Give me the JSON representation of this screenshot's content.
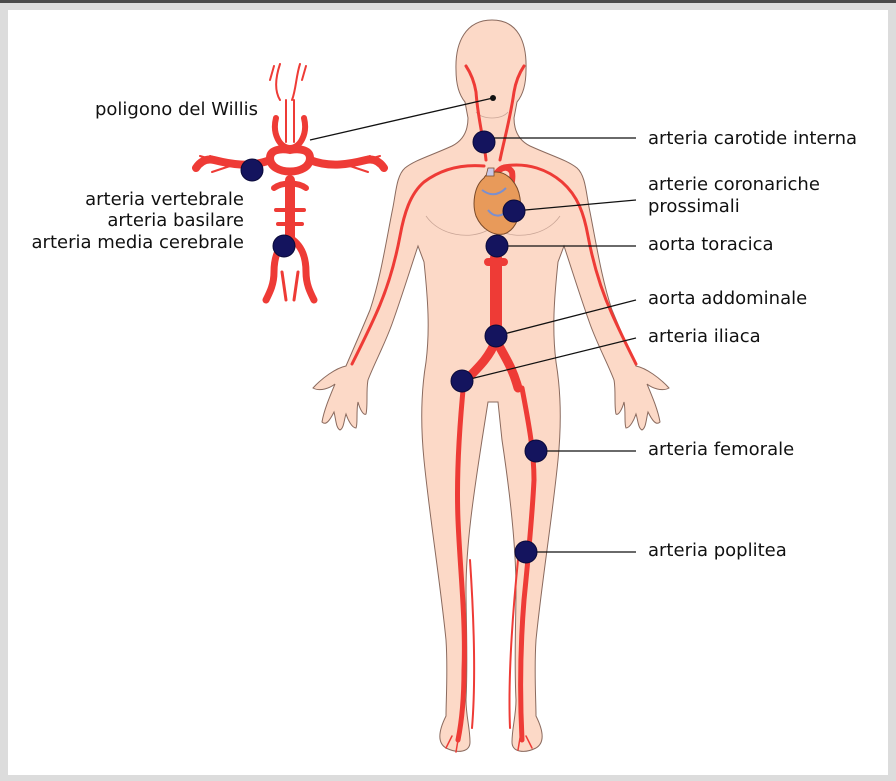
{
  "labels": {
    "willis": "poligono del Willis",
    "vertebral": "arteria vertebrale",
    "basilar": "arteria basilare",
    "middle_cerebral": "arteria media cerebrale",
    "internal_carotid": "arteria carotide interna",
    "coronary_1": "arterie coronariche",
    "coronary_2": "prossimali",
    "thoracic_aorta": "aorta toracica",
    "abdominal_aorta": "aorta addominale",
    "iliac": "arteria iliaca",
    "femoral": "arteria femorale",
    "popliteal": "arteria poplitea"
  },
  "colors": {
    "skin": "#fcd9c7",
    "skin_outline": "#8a6a5e",
    "artery": "#ee3b36",
    "artery_dark": "#c62a26",
    "marker": "#14145e",
    "leader": "#111111",
    "heart": "#e89a5a"
  }
}
